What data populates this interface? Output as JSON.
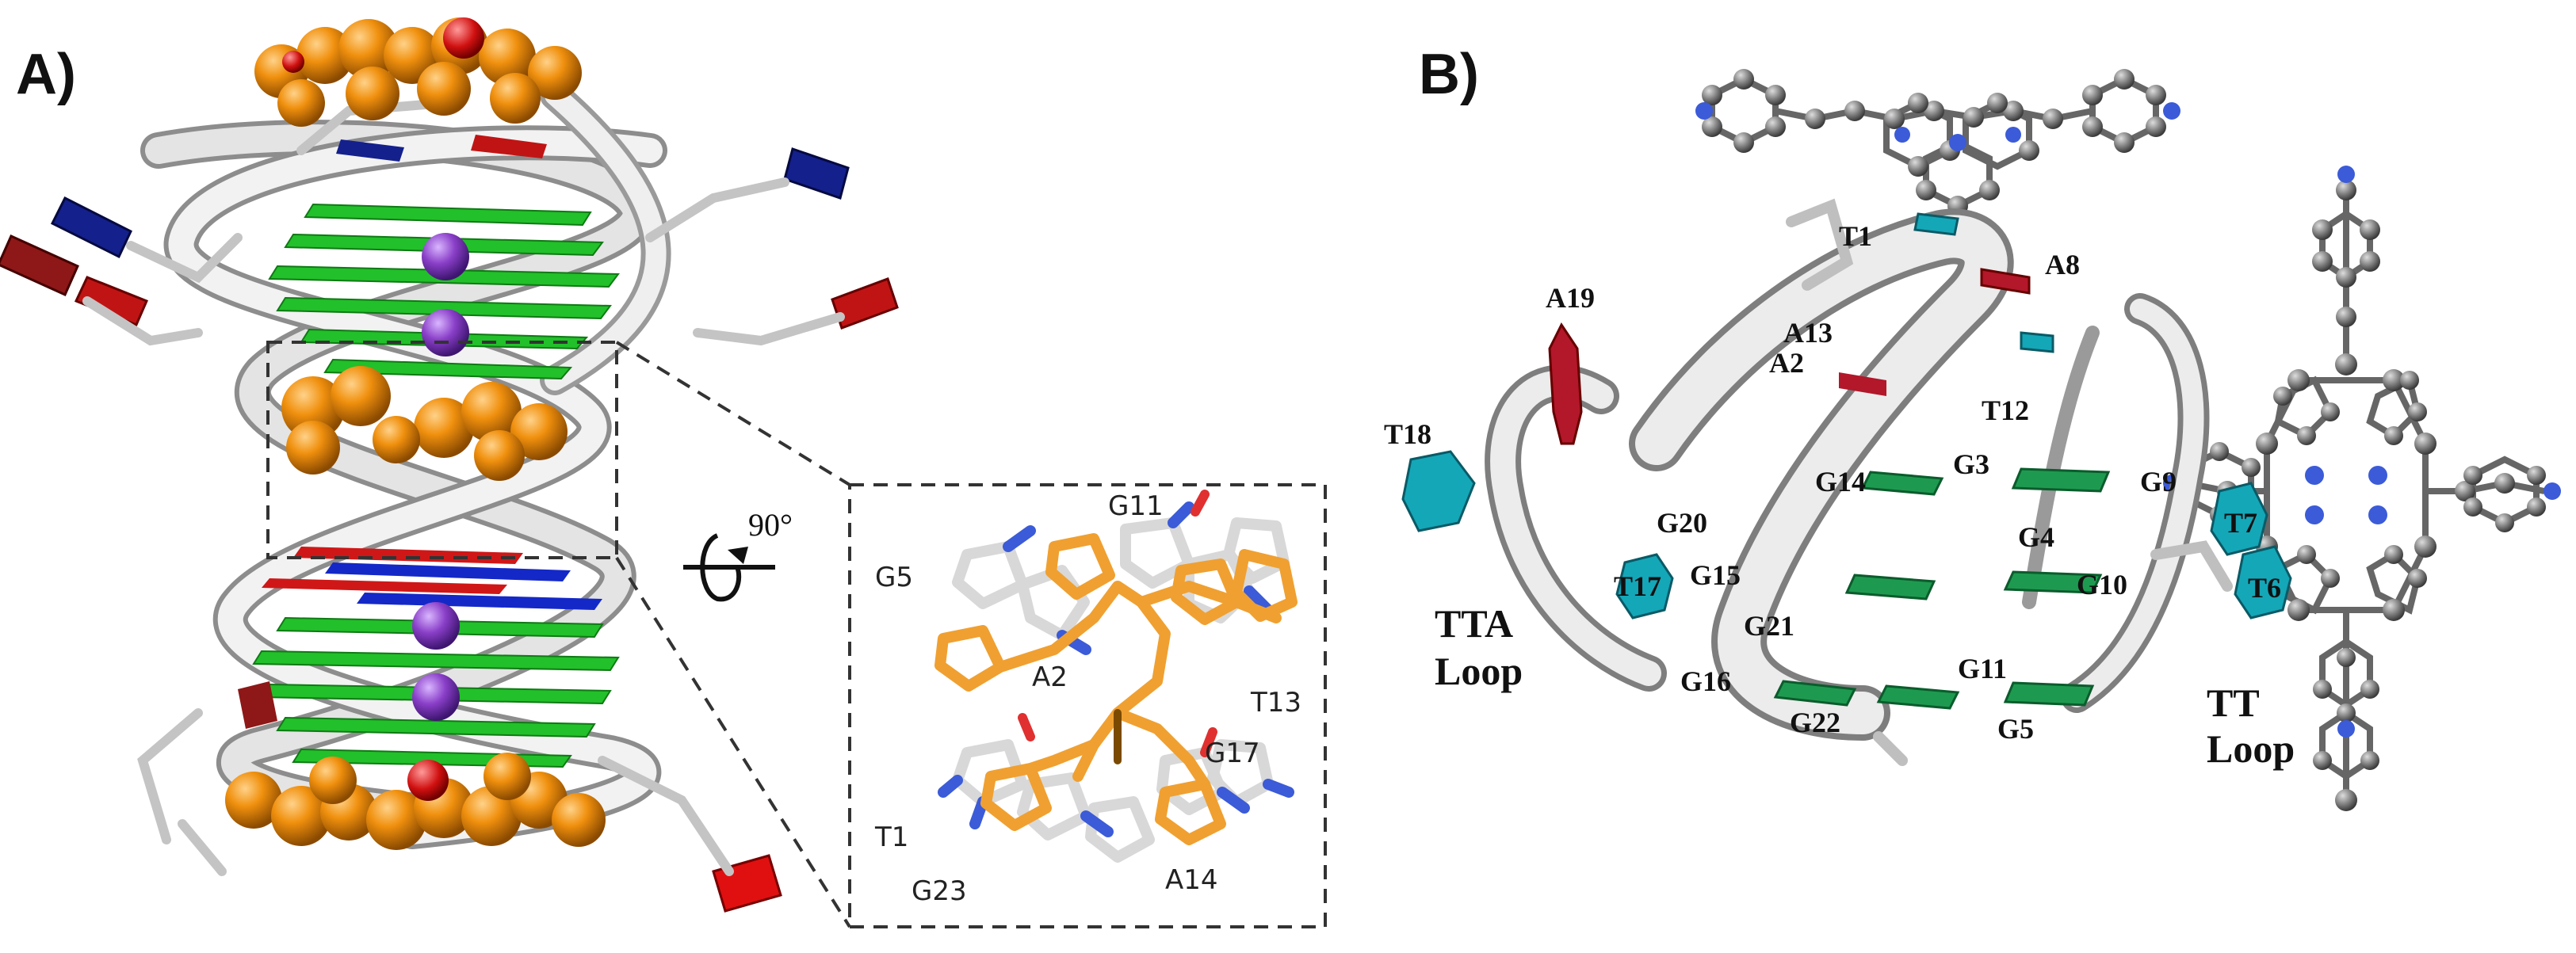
{
  "panel_a": {
    "label": "A)",
    "rotation_label": "90°",
    "inset_labels": [
      "G11",
      "G5",
      "A2",
      "T13",
      "G17",
      "T1",
      "G23",
      "A14"
    ]
  },
  "panel_b": {
    "label": "B)",
    "residue_labels": [
      "T1",
      "A8",
      "A19",
      "A13",
      "A2",
      "T12",
      "T18",
      "G3",
      "G14",
      "G9",
      "G20",
      "G4",
      "T17",
      "G15",
      "G10",
      "G21",
      "T7",
      "T6",
      "G16",
      "G11",
      "G22",
      "G5"
    ],
    "loop_left": {
      "line1": "TTA",
      "line2": "Loop"
    },
    "loop_right": {
      "line1": "TT",
      "line2": "Loop"
    }
  },
  "colors": {
    "ligand_orange": "#f0900e",
    "potassium_purple": "#8a3fc8",
    "guanine_green": "#22c02a",
    "adenine_red": "#d01717",
    "thymine_blue": "#14208c",
    "backbone_grey": "#dcdcdc",
    "b_guanine_green": "#1e9a50",
    "b_adenine_red": "#b3172a",
    "b_thymine_cyan": "#14a7b8",
    "porphyrin_grey": "#777777",
    "nitrogen_blue": "#3b5bd8"
  }
}
